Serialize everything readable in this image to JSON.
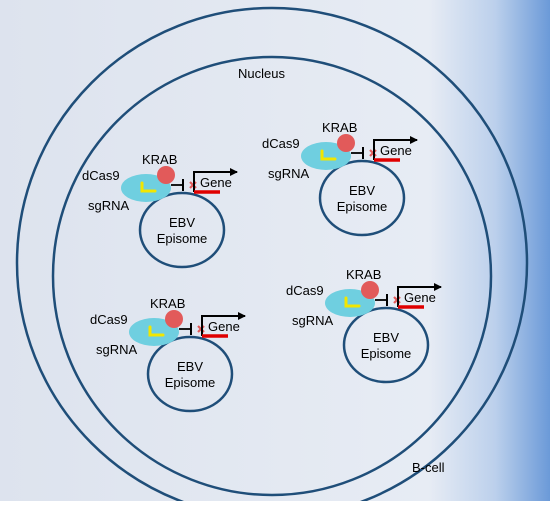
{
  "labels": {
    "nucleus": "Nucleus",
    "bcell": "B-cell"
  },
  "complex_labels": {
    "dcas9": "dCas9",
    "krab": "KRAB",
    "sgrna": "sgRNA",
    "gene": "Gene",
    "episome_line1": "EBV",
    "episome_line2": "Episome"
  },
  "complex_count": 4,
  "colors": {
    "background_gradient_start": "#e8eef7",
    "background_gradient_end": "#6b9ad8",
    "membrane": "#1f4e79",
    "dcas9": "#6fcfe0",
    "krab": "#e25a5a",
    "sgrna": "#f2e600",
    "gene_bar": "#e00000",
    "text": "#000000"
  }
}
